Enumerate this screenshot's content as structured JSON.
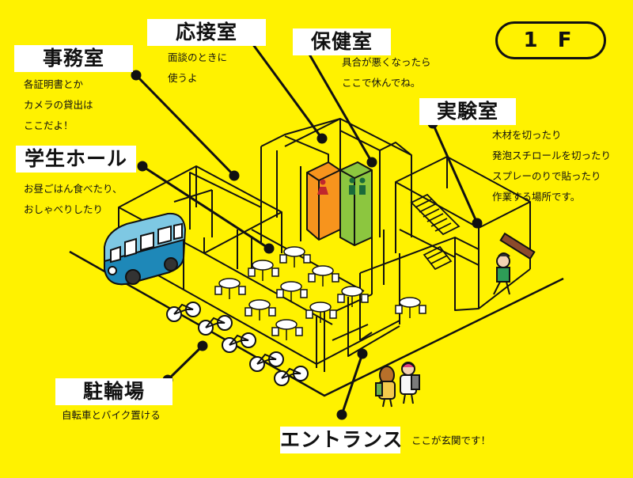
{
  "floor_label": "1 F",
  "rooms": {
    "reception": {
      "label": "応接室",
      "note": "面談のときに\n使うよ"
    },
    "health": {
      "label": "保健室",
      "note": "具合が悪くなったら\nここで休んでね。"
    },
    "office": {
      "label": "事務室",
      "note": "各証明書とか\nカメラの貸出は\nここだよ！"
    },
    "lab": {
      "label": "実験室",
      "note": "木材を切ったり\n発泡スチロールを切ったり\nスプレーのりで貼ったり\n作業する場所です。"
    },
    "student_hall": {
      "label": "学生ホール",
      "note": "お昼ごはん食べたり、\nおしゃべりしたり"
    },
    "bicycle_parking": {
      "label": "駐輪場",
      "note": "自転車とバイク置ける"
    },
    "entrance": {
      "label": "エントランス",
      "note": "ここが玄関です！"
    }
  },
  "colors": {
    "background": "#FFF200",
    "line": "#111111",
    "label_bg": "#FFFFFF",
    "bus_body": "#7EC8E3",
    "bus_dark": "#1E88B8",
    "orange_room": "#F7941D",
    "green_room": "#8CC63F"
  }
}
